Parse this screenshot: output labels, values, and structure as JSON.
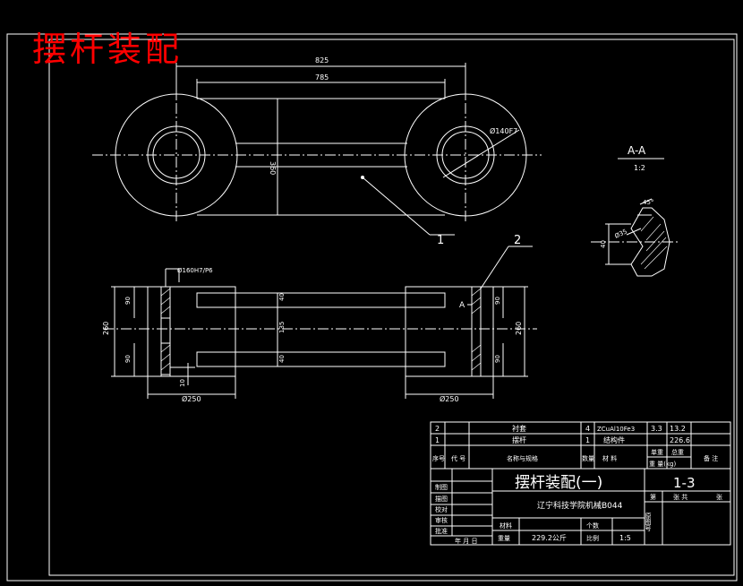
{
  "overlay_title": "摆杆装配",
  "dims": {
    "overall_length": "825",
    "center_distance": "785",
    "bore_dia": "Ø140F7",
    "height": "360",
    "plan_bore": "Ø160H7/P6",
    "plan_height": "260",
    "plan_center": "135",
    "gap_a": "40",
    "gap_b": "40",
    "hub_a": "90",
    "hub_b": "90",
    "hub_c": "90",
    "hub_d": "90",
    "small_a": "10",
    "dia_left": "Ø250",
    "dia_right": "Ø250",
    "right_height": "260",
    "section_letter": "A"
  },
  "leaders": {
    "part1": "1",
    "part2": "2"
  },
  "section_view": {
    "title": "A-A",
    "scale": "1:2",
    "angle": "45°",
    "dia": "Ø35",
    "height": "40"
  },
  "bom": {
    "rows": [
      {
        "no": "2",
        "code": "",
        "name": "衬套",
        "qty": "4",
        "material": "ZCuAl10Fe3",
        "unit_w": "3.3",
        "total_w": "13.2",
        "note": ""
      },
      {
        "no": "1",
        "code": "",
        "name": "摆杆",
        "qty": "1",
        "material": "结构件",
        "unit_w": "",
        "total_w": "226.6",
        "note": ""
      }
    ],
    "head_no": "序号",
    "head_code": "代    号",
    "head_name": "名称与规格",
    "head_qty": "数量",
    "head_material": "材    料",
    "head_unit": "单重",
    "head_total": "总重",
    "head_weight": "重  量(kg)",
    "head_note": "备  注"
  },
  "title_block": {
    "drawing_title": "摆杆装配(一)",
    "drawing_no": "1-3",
    "company": "辽宁科技学院机械B044",
    "labels": [
      "制图",
      "描图",
      "校对",
      "审核",
      "批准"
    ],
    "date_label": "年 月 日",
    "material_label": "材料",
    "qty_label": "个数",
    "weight_label": "重量",
    "weight_value": "229.2公斤",
    "scale_label": "比例",
    "scale_value": "1:5",
    "sheet_label": "第",
    "sheet_total": "张 共",
    "sheet_end": "张",
    "original_no": "原图号"
  },
  "colors": {
    "background": "#000000",
    "line": "#ffffff",
    "title": "#ff0000"
  }
}
